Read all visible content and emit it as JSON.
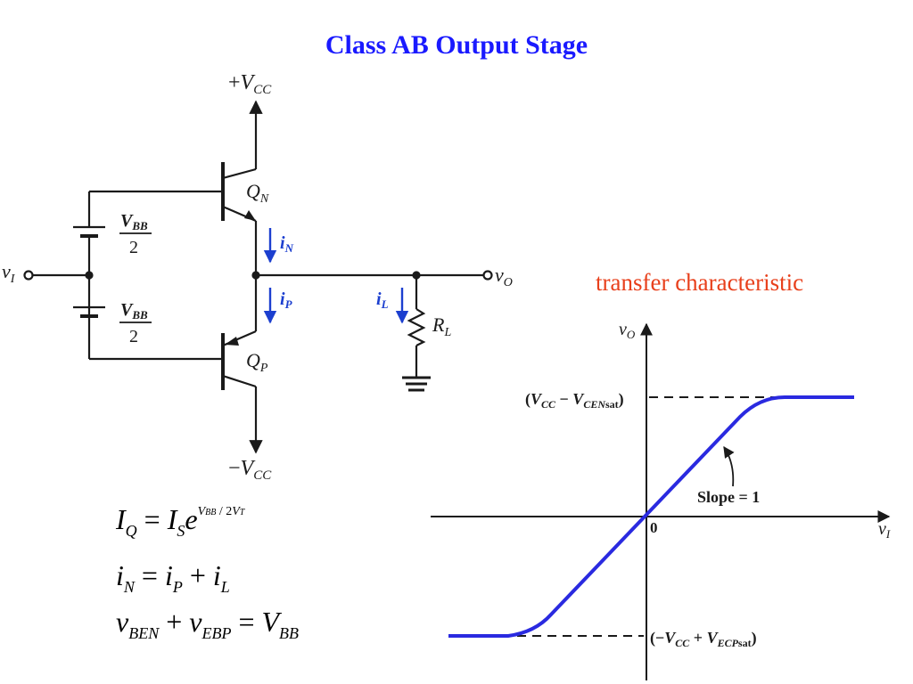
{
  "title": "Class AB Output Stage",
  "transfer_label": "transfer characteristic",
  "colors": {
    "title": "#1a1aff",
    "transfer_label": "#e8401c",
    "curve": "#2a2ae0",
    "current_arrow": "#1c3fcf",
    "wire": "#1a1a1a"
  },
  "circuit": {
    "vcc_plus": {
      "sign": "+",
      "main": "V",
      "sub": "CC"
    },
    "vcc_minus": {
      "sign": "−",
      "main": "V",
      "sub": "CC"
    },
    "qn": {
      "main": "Q",
      "sub": "N"
    },
    "qp": {
      "main": "Q",
      "sub": "P"
    },
    "vbb_top": {
      "num_main": "V",
      "num_sub": "BB",
      "den": "2"
    },
    "vbb_bot": {
      "num_main": "V",
      "num_sub": "BB",
      "den": "2"
    },
    "vi": {
      "main": "v",
      "sub": "I"
    },
    "vo": {
      "main": "v",
      "sub": "O"
    },
    "in": {
      "main": "i",
      "sub": "N"
    },
    "ip": {
      "main": "i",
      "sub": "P"
    },
    "il": {
      "main": "i",
      "sub": "L"
    },
    "rl": {
      "main": "R",
      "sub": "L"
    }
  },
  "graph": {
    "y_axis": {
      "main": "v",
      "sub": "O"
    },
    "x_axis": {
      "main": "v",
      "sub": "I"
    },
    "origin": "0",
    "upper": {
      "open": "(",
      "a_main": "V",
      "a_sub": "CC",
      "op": " − ",
      "b_main": "V",
      "b_sub": "CEN",
      "b_sub2": "sat",
      "close": ")"
    },
    "lower": {
      "open": "(",
      "neg": "−",
      "a_main": "V",
      "a_sub": "CC",
      "op": " + ",
      "b_main": "V",
      "b_sub": "ECP",
      "b_sub2": "sat",
      "close": ")"
    },
    "slope": "Slope = 1"
  },
  "equations": {
    "eq1": {
      "a": "I",
      "a_sub": "Q",
      "eq": " = ",
      "b": "I",
      "b_sub": "S",
      "c": "e",
      "exp_v": "V",
      "exp_vsub": "BB",
      "exp_mid": " / 2",
      "exp_v2": "V",
      "exp_v2sub": "T"
    },
    "eq2": {
      "a": "i",
      "a_sub": "N",
      "eq": " = ",
      "b": "i",
      "b_sub": "P",
      "plus": " + ",
      "c": "i",
      "c_sub": "L"
    },
    "eq3": {
      "a": "v",
      "a_sub": "BEN",
      "plus": " + ",
      "b": "v",
      "b_sub": "EBP",
      "eq": " = ",
      "c": "V",
      "c_sub": "BB"
    }
  }
}
